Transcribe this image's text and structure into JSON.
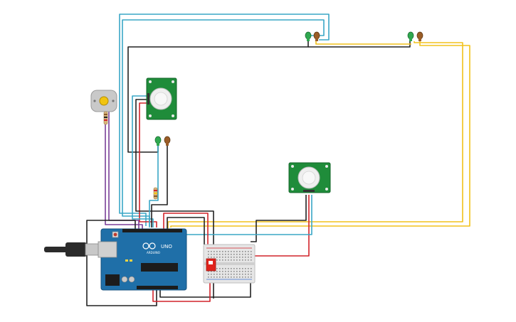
{
  "circuit": {
    "arduino": {
      "logo_text": "UNO",
      "brand_text": "ARDUINO",
      "board_color": "#1f6fa8",
      "chip_color": "#1c1c1c"
    },
    "wire_colors": {
      "black": "#222222",
      "red": "#d2232a",
      "teal": "#3aa7c6",
      "yellow": "#f2c21b",
      "purple": "#7a3f98",
      "brown": "#8a5a2b"
    },
    "components": [
      {
        "id": "dc-motor",
        "kind": "motor",
        "icon": "motor-icon"
      },
      {
        "id": "pir-sensor-1",
        "kind": "pir-sensor",
        "icon": "pir-sensor-icon"
      },
      {
        "id": "pir-sensor-2",
        "kind": "pir-sensor",
        "icon": "pir-sensor-icon"
      },
      {
        "id": "led-pair-top-1",
        "kind": "led-pair",
        "colors": [
          "green",
          "brown"
        ]
      },
      {
        "id": "led-pair-top-2",
        "kind": "led-pair",
        "colors": [
          "green",
          "brown"
        ]
      },
      {
        "id": "led-pair-mid",
        "kind": "led-pair",
        "colors": [
          "green",
          "brown"
        ]
      },
      {
        "id": "resistor",
        "kind": "resistor"
      },
      {
        "id": "breadboard",
        "kind": "breadboard"
      },
      {
        "id": "dip-switch",
        "kind": "switch",
        "color": "#e0231c"
      },
      {
        "id": "usb-cable",
        "kind": "cable"
      }
    ]
  }
}
